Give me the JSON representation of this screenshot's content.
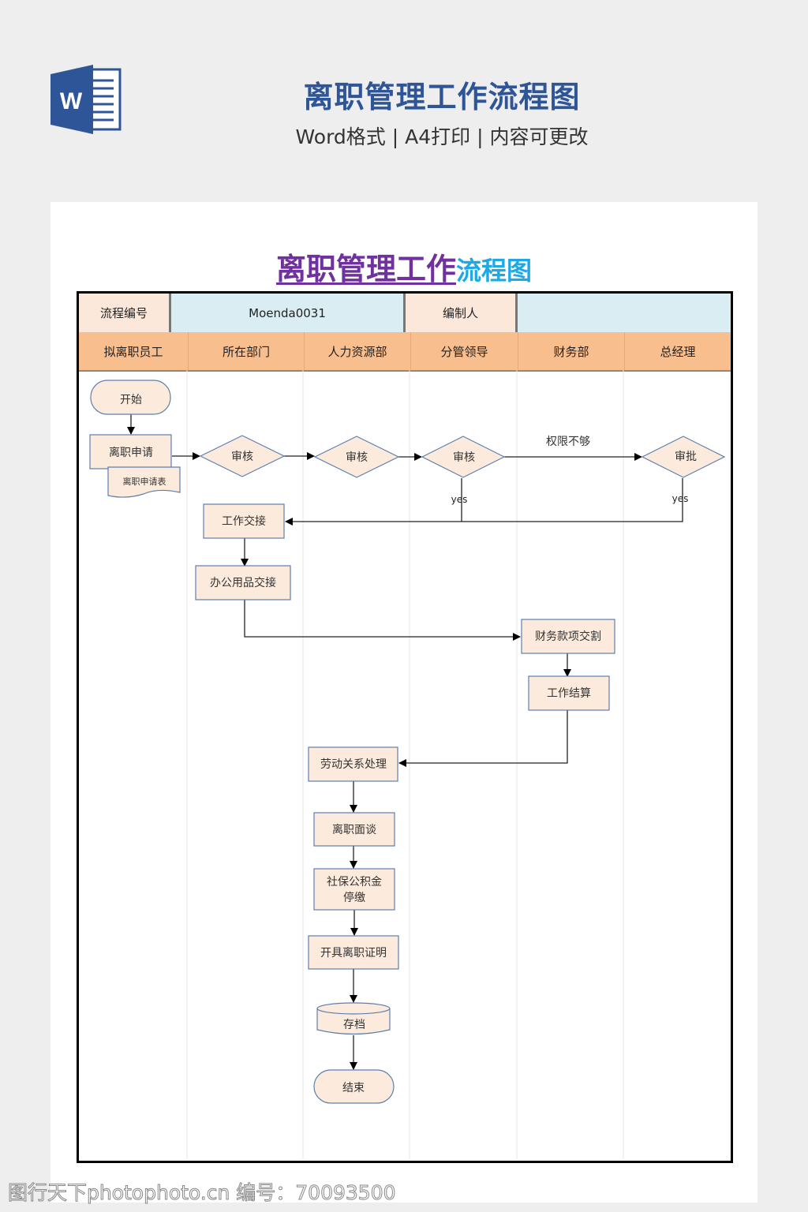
{
  "header": {
    "app_icon": "word-icon",
    "app_icon_letter": "W",
    "title": "离职管理工作流程图",
    "subtitle": "Word格式 | A4打印 | 内容可更改"
  },
  "document": {
    "title_part1": "离职管理工作",
    "title_part2": "流程图",
    "info_row": {
      "process_no_label": "流程编号",
      "process_no_value": "Moenda0031",
      "author_label": "编制人",
      "author_value": ""
    },
    "lanes": [
      "拟离职员工",
      "所在部门",
      "人力资源部",
      "分管领导",
      "财务部",
      "总经理"
    ],
    "nodes": {
      "start": "开始",
      "apply": "离职申请",
      "apply_form": "离职申请表",
      "review1": "审核",
      "review2": "审核",
      "review3": "审核",
      "approve": "审批",
      "handover": "工作交接",
      "supplies": "办公用品交接",
      "finance": "财务款项交割",
      "settle": "工作结算",
      "labor": "劳动关系处理",
      "interview": "离职面谈",
      "insurance_l1": "社保公积金",
      "insurance_l2": "停缴",
      "certificate": "开具离职证明",
      "archive": "存档",
      "end": "结束"
    },
    "edge_labels": {
      "insufficient": "权限不够",
      "yes1": "yes",
      "yes2": "yes"
    }
  },
  "colors": {
    "header_blue": "#2e5597",
    "lane_header": "#f8be8e",
    "info_label_bg": "#fce8da",
    "info_value_bg": "#d9edf3",
    "node_fill": "#fcebdc",
    "node_stroke": "#5b7fb0"
  },
  "watermark": "图行天下photophoto.cn 编号：70093500"
}
